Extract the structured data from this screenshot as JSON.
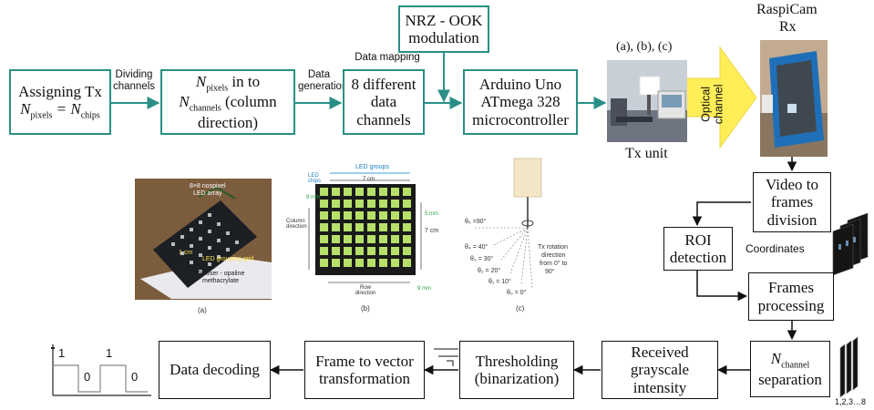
{
  "tx": {
    "assign_line1": "Assigning Tx",
    "assign_line2": "N",
    "assign_sub1": "pixels",
    "assign_eq": " = N",
    "assign_sub2": "chips",
    "dividing": "Dividing channels",
    "npix_line1a": "N",
    "npix_sub1": "pixels",
    "npix_line1b": " in to",
    "npix_line2a": "N",
    "npix_sub2": "channels",
    "npix_line2b": " (column",
    "npix_line3": "direction)",
    "data_generation": "Data generation",
    "data_mapping": "Data mapping",
    "eight_channels_1": "8 different",
    "eight_channels_2": "data",
    "eight_channels_3": "channels",
    "nrz_1": "NRZ - OOK",
    "nrz_2": "modulation",
    "arduino_1": "Arduino Uno",
    "arduino_2": "ATmega 328",
    "arduino_3": "microcontroller",
    "abc_label": "(a), (b), (c)",
    "tx_unit": "Tx unit",
    "optical_channel": "Optical channel",
    "raspicam_1": "RaspiCam",
    "raspicam_2": "Rx"
  },
  "rx": {
    "video_1": "Video to",
    "video_2": "frames",
    "video_3": "division",
    "roi_1": "ROI",
    "roi_2": "detection",
    "coordinates": "Coordinates",
    "frames_1": "Frames",
    "frames_2": "processing",
    "nchan_a": "N",
    "nchan_sub": "channel",
    "nchan_2": "separation",
    "stack_label": "1,2,3…8",
    "received_1": "Received",
    "received_2": "grayscale",
    "received_3": "intensity",
    "thresh_1": "Thresholding",
    "thresh_2": "(binarization)",
    "ftv_1": "Frame to vector",
    "ftv_2": "transformation",
    "decoding": "Data decoding",
    "bits": [
      "1",
      "0",
      "1",
      "0"
    ]
  },
  "figures": {
    "a_text_1": "8×8 nospixel",
    "a_text_2": "LED array",
    "a_text_3": "1 cm",
    "a_text_4": "LED grouping grid",
    "a_text_5": "LED Diffuser - opaline",
    "a_text_6": "methacrylate",
    "a_caption": "(a)",
    "b_led_groups": "LED groups",
    "b_led_chips": "LED chips",
    "b_7cm_top": "7 cm",
    "b_9mm_a": "9 mm",
    "b_5mm": "5 mm",
    "b_7cm_side": "7 cm",
    "b_column": "Column direction",
    "b_row": "Row direction",
    "b_9mm_b": "9 mm",
    "b_caption": "(b)",
    "c_theta5": "θ₅ =90°",
    "c_theta4": "θ₄ = 40°",
    "c_theta3": "θ₃ = 30°",
    "c_theta2": "θ₂ = 20°",
    "c_theta1": "θ₁ = 10°",
    "c_theta0": "θ₀ = 0°",
    "c_rot_1": "Tx rotation",
    "c_rot_2": "direction",
    "c_rot_3": "from 0° to",
    "c_rot_4": "90°",
    "c_caption": "(c)"
  },
  "colors": {
    "teal": "#2a8f86",
    "yellow": "#ffee58",
    "led_green": "#b7e06a"
  }
}
